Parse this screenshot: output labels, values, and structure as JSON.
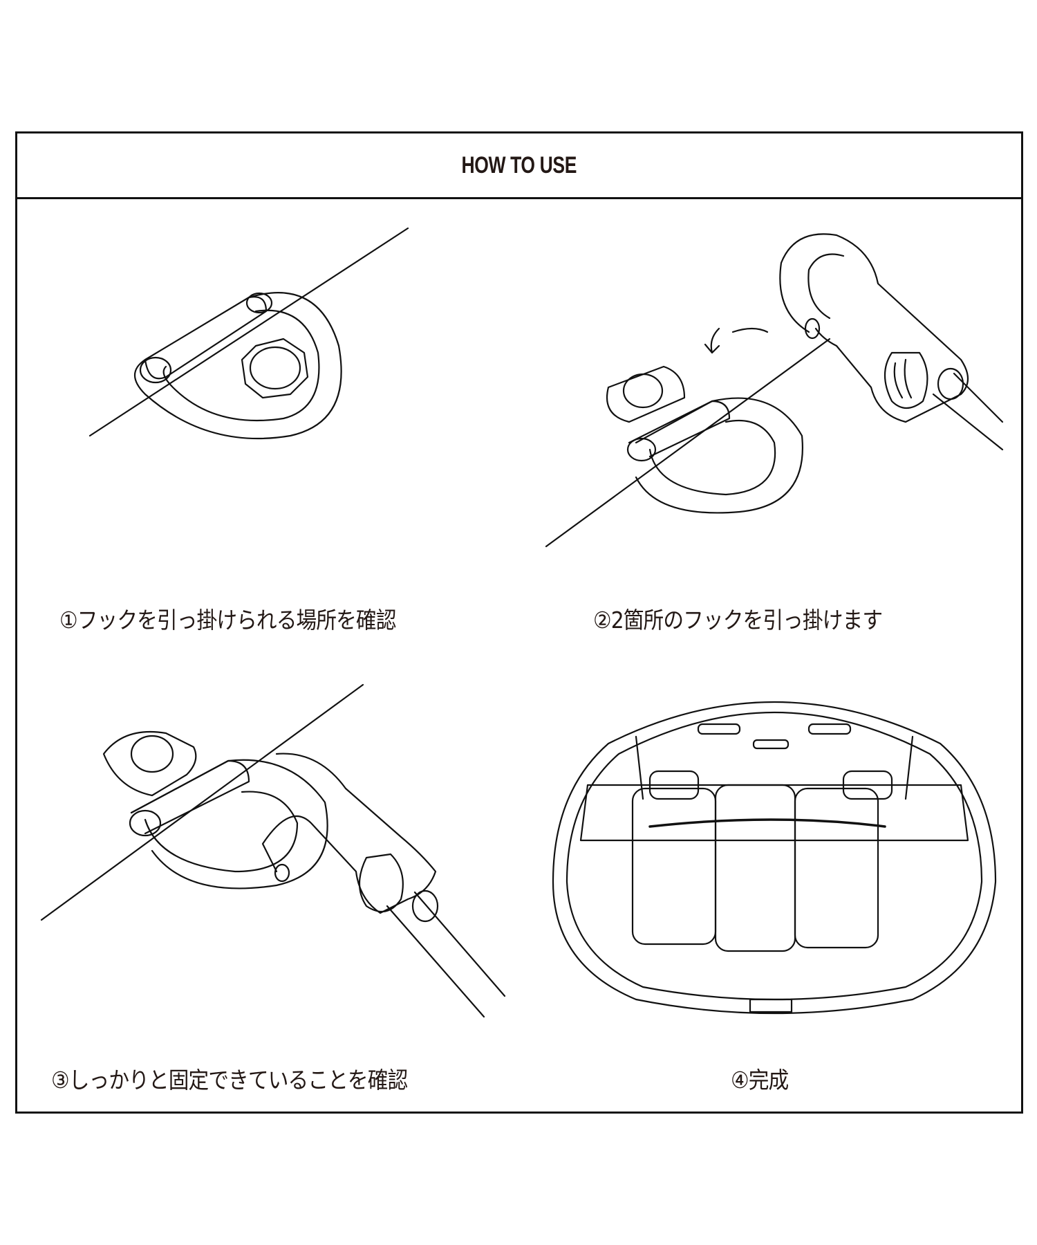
{
  "header": {
    "title": "HOW TO USE"
  },
  "steps": [
    {
      "caption": "①フックを引っ掛けられる場所を確認",
      "illustration": "d-ring-anchor"
    },
    {
      "caption": "②2箇所のフックを引っ掛けます",
      "illustration": "hook-attaching"
    },
    {
      "caption": "③しっかりと固定できていることを確認",
      "illustration": "hook-attached"
    },
    {
      "caption": "④完成",
      "illustration": "car-trunk-secured"
    }
  ]
}
